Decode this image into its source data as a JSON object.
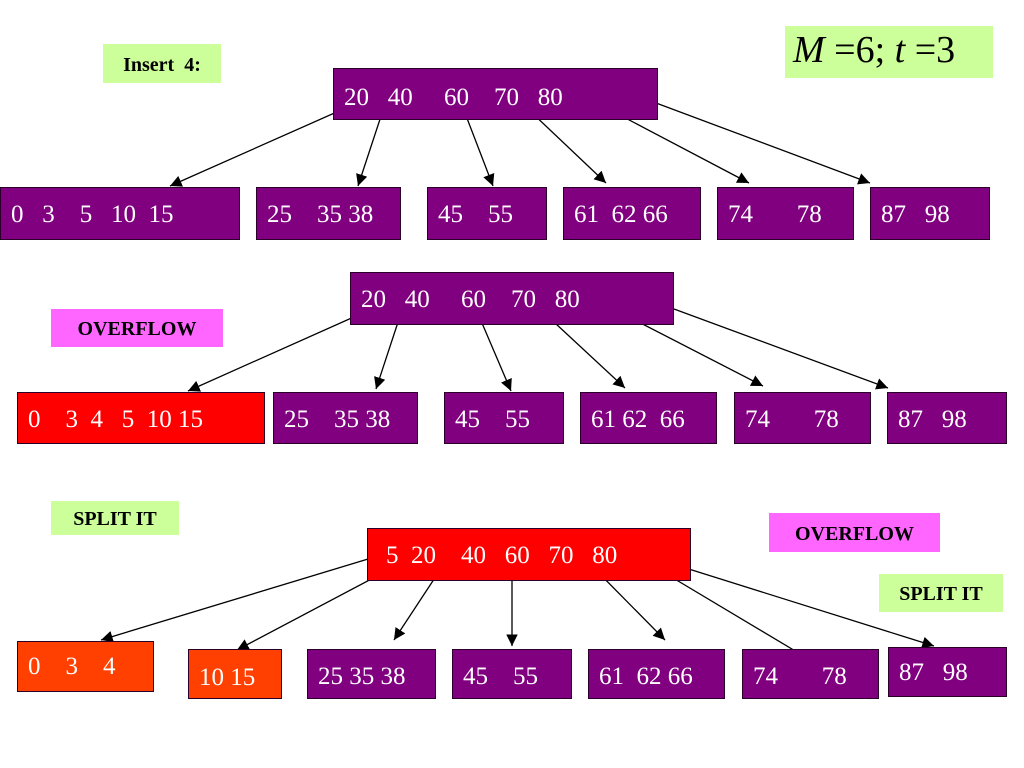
{
  "colors": {
    "node": "#800080",
    "node_overflow": "#ff0000",
    "node_split": "#ff4000",
    "label_green": "#ccff99",
    "label_pink": "#ff66ff"
  },
  "params": {
    "M_symbol": "M",
    "eq1": " =6; ",
    "t_symbol": "t",
    "eq2": " =3"
  },
  "labels": {
    "insert": "Insert  4:",
    "overflow_1": "OVERFLOW",
    "split_1": "SPLIT IT",
    "overflow_2": "OVERFLOW",
    "split_2": "SPLIT IT"
  },
  "step1": {
    "root": "20   40     60    70   80",
    "leaves": [
      "0   3    5   10  15",
      "25    35 38",
      "45    55",
      "61  62 66",
      "74       78",
      "87   98"
    ]
  },
  "step2": {
    "root": "20   40     60    70   80",
    "leaves": [
      "0    3  4   5  10 15",
      "25    35 38",
      "45    55",
      "61 62  66",
      "74       78",
      "87   98"
    ]
  },
  "step3": {
    "root": "5  20    40   60   70   80",
    "leaves": [
      "0    3    4",
      "10 15",
      "25 35 38",
      "45    55",
      "61  62 66",
      "74       78",
      "87   98"
    ]
  }
}
